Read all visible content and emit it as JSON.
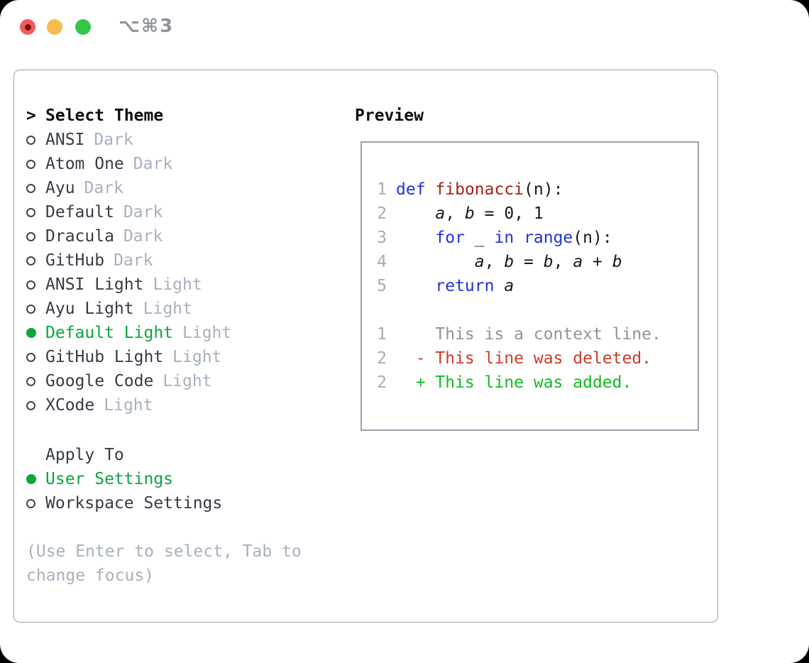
{
  "window": {
    "title": "⌥⌘3",
    "traffic_lights": [
      {
        "name": "close",
        "color": "#f15c54",
        "dot_color": "#7e0d09"
      },
      {
        "name": "minimize",
        "color": "#f6bd4e"
      },
      {
        "name": "zoom",
        "color": "#35c64a"
      }
    ]
  },
  "theme_panel": {
    "title_prefix": ">",
    "title": "Select Theme",
    "themes": [
      {
        "name": "ANSI",
        "variant": "Dark",
        "selected": false
      },
      {
        "name": "Atom One",
        "variant": "Dark",
        "selected": false
      },
      {
        "name": "Ayu",
        "variant": "Dark",
        "selected": false
      },
      {
        "name": "Default",
        "variant": "Dark",
        "selected": false
      },
      {
        "name": "Dracula",
        "variant": "Dark",
        "selected": false
      },
      {
        "name": "GitHub",
        "variant": "Dark",
        "selected": false
      },
      {
        "name": "ANSI Light",
        "variant": "Light",
        "selected": false
      },
      {
        "name": "Ayu Light",
        "variant": "Light",
        "selected": false
      },
      {
        "name": "Default Light",
        "variant": "Light",
        "selected": true
      },
      {
        "name": "GitHub Light",
        "variant": "Light",
        "selected": false
      },
      {
        "name": "Google Code",
        "variant": "Light",
        "selected": false
      },
      {
        "name": "XCode",
        "variant": "Light",
        "selected": false
      }
    ],
    "apply_to": {
      "title": "Apply To",
      "options": [
        {
          "name": "User Settings",
          "selected": true
        },
        {
          "name": "Workspace Settings",
          "selected": false
        }
      ]
    },
    "hint_line_1": "(Use Enter to select, Tab to",
    "hint_line_2": "change focus)"
  },
  "preview": {
    "title": "Preview",
    "code_lines": [
      {
        "num": "1",
        "segments": [
          {
            "t": "def",
            "s": "keyword"
          },
          {
            "t": " ",
            "s": "plain"
          },
          {
            "t": "fibonacci",
            "s": "function"
          },
          {
            "t": "(n):",
            "s": "plain"
          }
        ]
      },
      {
        "num": "2",
        "segments": [
          {
            "t": "    ",
            "s": "plain"
          },
          {
            "t": "a",
            "s": "var"
          },
          {
            "t": ", ",
            "s": "plain"
          },
          {
            "t": "b",
            "s": "var"
          },
          {
            "t": " = 0, 1",
            "s": "plain"
          }
        ]
      },
      {
        "num": "3",
        "segments": [
          {
            "t": "    ",
            "s": "plain"
          },
          {
            "t": "for",
            "s": "keyword"
          },
          {
            "t": " _ ",
            "s": "plain"
          },
          {
            "t": "in",
            "s": "keyword"
          },
          {
            "t": " ",
            "s": "plain"
          },
          {
            "t": "range",
            "s": "keyword"
          },
          {
            "t": "(n):",
            "s": "plain"
          }
        ]
      },
      {
        "num": "4",
        "segments": [
          {
            "t": "        ",
            "s": "plain"
          },
          {
            "t": "a",
            "s": "var"
          },
          {
            "t": ", ",
            "s": "plain"
          },
          {
            "t": "b",
            "s": "var"
          },
          {
            "t": " = ",
            "s": "plain"
          },
          {
            "t": "b",
            "s": "var"
          },
          {
            "t": ", ",
            "s": "plain"
          },
          {
            "t": "a",
            "s": "var"
          },
          {
            "t": " + ",
            "s": "plain"
          },
          {
            "t": "b",
            "s": "var"
          }
        ]
      },
      {
        "num": "5",
        "segments": [
          {
            "t": "    ",
            "s": "plain"
          },
          {
            "t": "return",
            "s": "keyword"
          },
          {
            "t": " ",
            "s": "plain"
          },
          {
            "t": "a",
            "s": "var"
          }
        ]
      },
      {
        "num": "",
        "segments": []
      },
      {
        "num": "1",
        "segments": [
          {
            "t": "    This is a context line.",
            "s": "context"
          }
        ]
      },
      {
        "num": "2",
        "segments": [
          {
            "t": "  - This line was deleted.",
            "s": "deleted"
          }
        ]
      },
      {
        "num": "2",
        "segments": [
          {
            "t": "  + This line was added.",
            "s": "added"
          }
        ]
      }
    ]
  },
  "colors": {
    "selection_green": "#0aa73c",
    "added_green": "#12bc1f",
    "deleted_red": "#ce3b28",
    "keyword_blue": "#1f33df",
    "function_red": "#a52016",
    "muted_gray": "#a8b1bd",
    "panel_border": "#9aa3af"
  }
}
